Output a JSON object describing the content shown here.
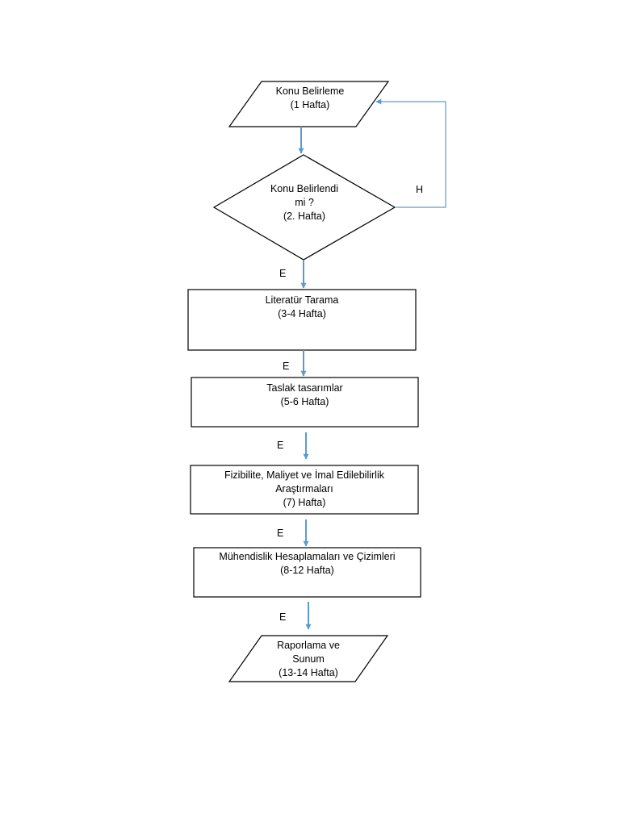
{
  "nodes": {
    "start": {
      "lines": [
        "Konu Belirleme",
        "(1 Hafta)"
      ]
    },
    "decision": {
      "lines": [
        "Konu Belirlendi",
        "mi ?",
        "(2. Hafta)"
      ]
    },
    "literature": {
      "lines": [
        "Literatür Tarama",
        "(3-4 Hafta)"
      ]
    },
    "drafts": {
      "lines": [
        "Taslak tasarımlar",
        "(5-6 Hafta)"
      ]
    },
    "feasibility": {
      "lines": [
        "Fizibilite, Maliyet ve İmal Edilebilirlik",
        "Araştırmaları",
        "(7) Hafta)"
      ]
    },
    "engineering": {
      "lines": [
        "Mühendislik Hesaplamaları ve Çizimleri",
        "(8-12 Hafta)"
      ]
    },
    "report": {
      "lines": [
        "Raporlama ve",
        "Sunum",
        "(13-14 Hafta)"
      ]
    }
  },
  "edges": {
    "no_label": "H",
    "yes_1": "E",
    "yes_2": "E",
    "yes_3": "E",
    "yes_4": "E",
    "yes_5": "E"
  },
  "colors": {
    "arrow": "#5b9bd5",
    "stroke": "#000000",
    "text": "#000000"
  }
}
